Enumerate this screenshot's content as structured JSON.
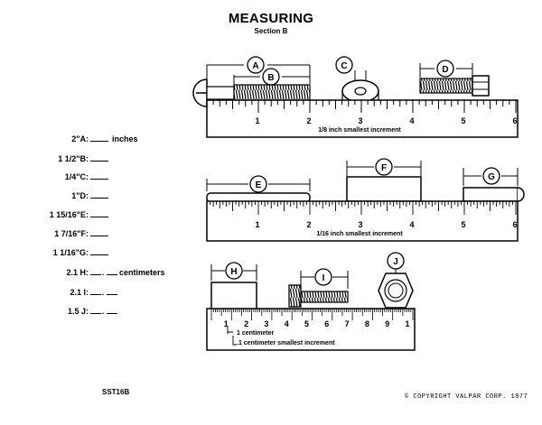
{
  "title": "MEASURING",
  "subtitle": "Section B",
  "questions": [
    {
      "id": "A",
      "prefix": "2\"A:",
      "suffix": "inches",
      "kind": "blank"
    },
    {
      "id": "B",
      "prefix": "1 1/2\"B:",
      "suffix": "",
      "kind": "blank"
    },
    {
      "id": "C",
      "prefix": "1/4\"C:",
      "suffix": "",
      "kind": "blank"
    },
    {
      "id": "D",
      "prefix": "1\"D:",
      "suffix": "",
      "kind": "blank"
    },
    {
      "id": "E",
      "prefix": "1 15/16\"E:",
      "suffix": "",
      "kind": "blank"
    },
    {
      "id": "F",
      "prefix": "1 7/16\"F:",
      "suffix": "",
      "kind": "blank"
    },
    {
      "id": "G",
      "prefix": "1 1/16\"G:",
      "suffix": "",
      "kind": "blank"
    },
    {
      "id": "H",
      "prefix": "2.1 H:",
      "suffix": "centimeters",
      "kind": "decimal"
    },
    {
      "id": "I",
      "prefix": "2.1 I:",
      "suffix": "",
      "kind": "decimal"
    },
    {
      "id": "J",
      "prefix": "1.5 J:",
      "suffix": "",
      "kind": "decimal"
    }
  ],
  "rulers": {
    "r1": {
      "numbers": [
        "1",
        "2",
        "3",
        "4",
        "5",
        "6"
      ],
      "caption": "1/8 inch smallest increment"
    },
    "r2": {
      "numbers": [
        "1",
        "2",
        "3",
        "4",
        "5",
        "6"
      ],
      "caption": "1/16 inch smallest increment"
    },
    "r3": {
      "numbers": [
        "1",
        "2",
        "3",
        "4",
        "5",
        "6",
        "7",
        "8",
        "9",
        "1"
      ],
      "caption": ".1 centimeter smallest increment",
      "callout": "1 centimeter"
    }
  },
  "markers": {
    "A": "A",
    "B": "B",
    "C": "C",
    "D": "D",
    "E": "E",
    "F": "F",
    "G": "G",
    "H": "H",
    "I": "I",
    "J": "J"
  },
  "footer": {
    "code": "SST16B",
    "copyright": "© COPYRIGHT VALPAR CORP. 1977"
  }
}
